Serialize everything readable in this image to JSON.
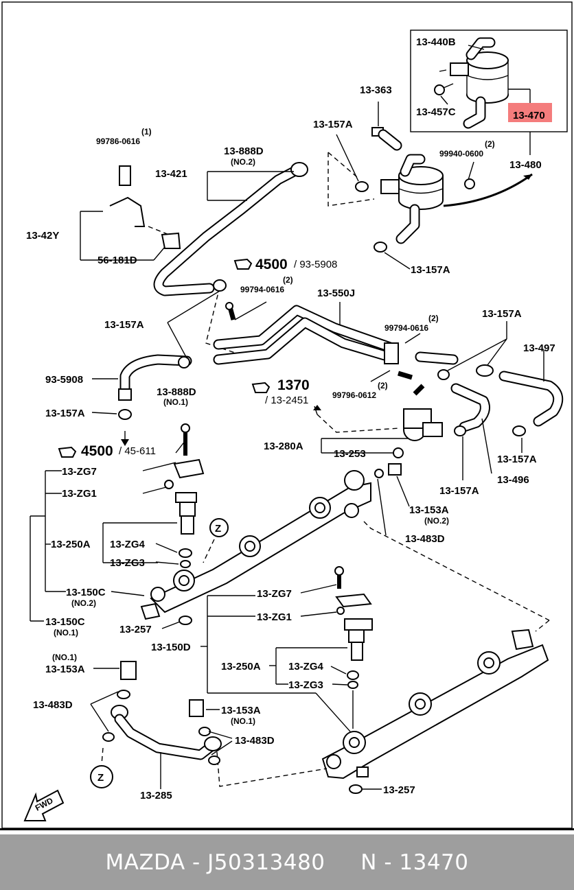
{
  "labels": {
    "l_13440B": "13-440B",
    "l_13457C": "13-457C",
    "l_13470": "13-470",
    "l_13480": "13-480",
    "l_13363": "13-363",
    "l_13157A_1": "13-157A",
    "l_99940_qty": "(2)",
    "l_99940": "99940-0600",
    "l_99786_qty": "(1)",
    "l_99786": "99786-0616",
    "l_13888D_2": "13-888D",
    "l_no2_a": "(NO.2)",
    "l_13421": "13-421",
    "l_1342Y": "13-42Y",
    "l_56181D": "56-181D",
    "l_4500_a": "4500",
    "l_935908_a": "/ 93-5908",
    "l_13157A_2": "13-157A",
    "l_99794_qty_a": "(2)",
    "l_99794_a": "99794-0616",
    "l_13550J": "13-550J",
    "l_13157A_3": "13-157A",
    "l_99794_qty_b": "(2)",
    "l_99794_b": "99794-0616",
    "l_13157A_4": "13-157A",
    "l_13497": "13-497",
    "l_935908_b": "93-5908",
    "l_13888D_1": "13-888D",
    "l_no1_a": "(NO.1)",
    "l_1370": "1370",
    "l_132451": "/ 13-2451",
    "l_99796_qty": "(2)",
    "l_99796": "99796-0612",
    "l_13157A_5": "13-157A",
    "l_4500_b": "4500",
    "l_45611": "/ 45-611",
    "l_13280A": "13-280A",
    "l_13253": "13-253",
    "l_13157A_6": "13-157A",
    "l_13496": "13-496",
    "l_13157A_7": "13-157A",
    "l_13ZG7_a": "13-ZG7",
    "l_13ZG1_a": "13-ZG1",
    "l_13153A_a": "13-153A",
    "l_no2_b": "(NO.2)",
    "l_13483D_a": "13-483D",
    "l_13250A_a": "13-250A",
    "l_13ZG4_a": "13-ZG4",
    "l_13ZG3_a": "13-ZG3",
    "l_13150C": "13-150C",
    "l_no2_c": "(NO.2)",
    "l_13150C_1": "13-150C",
    "l_no1_b": "(NO.1)",
    "l_13257_a": "13-257",
    "l_13ZG7_b": "13-ZG7",
    "l_13ZG1_b": "13-ZG1",
    "l_13150D": "13-150D",
    "l_13250A_b": "13-250A",
    "l_13ZG4_b": "13-ZG4",
    "l_13ZG3_b": "13-ZG3",
    "l_no1_c": "(NO.1)",
    "l_13153A_b": "13-153A",
    "l_13483D_b": "13-483D",
    "l_13153A_c": "13-153A",
    "l_no1_d": "(NO.1)",
    "l_13483D_c": "13-483D",
    "l_13285": "13-285",
    "l_13257_b": "13-257",
    "z_a": "Z",
    "z_b": "Z",
    "fwd": "FWD"
  },
  "highlight_color": "#f47c7c",
  "footer": {
    "text": "MAZDA - J50313480     N - 13470"
  }
}
